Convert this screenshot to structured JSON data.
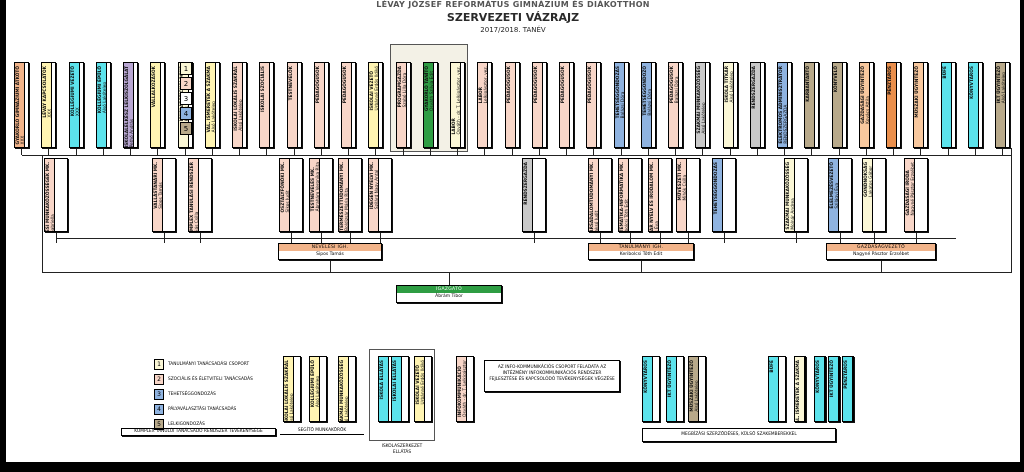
{
  "title": {
    "institution": "LÉVAY JÓZSEF REFORMÁTUS GIMNÁZIUM ÉS DIÁKOTTHON",
    "main": "SZERVEZETI VÁZRAJZ",
    "year": "2017/2018. TANÉV"
  },
  "colors": {
    "orange": "#f2b48a",
    "green": "#2e9d43",
    "cyan": "#5ce3ec",
    "yellow": "#fff4b2",
    "pink": "#f8d6c8",
    "purple": "#b9a7d3",
    "blue": "#8fb3e0",
    "gray": "#c9c9c9",
    "olive": "#b8a98a",
    "deeporange": "#ea8f4c",
    "lightorange": "#f8c89e",
    "paleyellow": "#fbf7d6"
  },
  "top_units": [
    {
      "label": "GYAKORLÓ GIMNÁZIUMI ÁTKÖTŐ",
      "name": "XXX",
      "color": "orange"
    },
    {
      "label": "LÉVAY KAPCSOLATOK",
      "name": "XXX",
      "color": "yellow"
    },
    {
      "label": "KOLLÉGIUMI VEZETŐ",
      "name": "XXX",
      "color": "cyan"
    },
    {
      "label": "KOLLÉGIUMI ÉPÜLŐ",
      "name": "Alsó Lakótelep",
      "color": "cyan"
    },
    {
      "label": "ISKOLALELKÉSZ LELKISZOLGÁLAT",
      "name": "Pethő András",
      "color": "purple"
    },
    {
      "label": "VÁLLALKOZÁSOK",
      "name": "",
      "color": "yellow"
    },
    {
      "label": "ISKOLAPSZICHOLÓGUS",
      "name": "Kovács Lilla",
      "color": "paleyellow"
    },
    {
      "label": "VAL. ISMERETEK A SZAKMA",
      "name": "Alsó Lakótelep",
      "color": "yellow"
    },
    {
      "label": "ISKOLAI LÓKÁLIS SZAKRÁL",
      "name": "Alsó Lakótelep",
      "color": "pink"
    },
    {
      "label": "ISKOLAI SZOCIÁLIS",
      "name": "",
      "color": "pink"
    },
    {
      "label": "TESTNEVELŐK",
      "name": "",
      "color": "pink"
    },
    {
      "label": "PEDAGÓGUSOK",
      "name": "",
      "color": "pink"
    },
    {
      "label": "PEDAGÓGUSOK",
      "name": "",
      "color": "pink"
    },
    {
      "label": "ISKOLAI VEZETŐ",
      "name": "Urbánné Erdős Ildikó",
      "color": "yellow"
    },
    {
      "label": "PROGRAMGAZDA",
      "name": "Szabó Lilla Dóra",
      "color": "pink"
    },
    {
      "label": "GYAKORLÓ TANÍTÓ",
      "name": "Osváth Szilvia Edit",
      "color": "green"
    },
    {
      "label": "LABOR",
      "name": "Osváth - dr. T. Lelkipásztor, vez.",
      "color": "paleyellow"
    },
    {
      "label": "LABOR",
      "name": "Lelkipásztor, vez.",
      "color": "pink"
    },
    {
      "label": "PEDAGÓGUSOK",
      "name": "",
      "color": "pink"
    },
    {
      "label": "PEDAGÓGUSOK",
      "name": "",
      "color": "pink"
    },
    {
      "label": "PEDAGÓGUSOK",
      "name": "",
      "color": "pink"
    },
    {
      "label": "PEDAGÓGUSOK",
      "name": "",
      "color": "pink"
    },
    {
      "label": "TEHETSÉGGONDOZÁS",
      "name": "Balázsi Dóra",
      "color": "blue"
    },
    {
      "label": "TEHETSÉGGONDOZÓ",
      "name": "Balázsi Dóra",
      "color": "blue"
    },
    {
      "label": "PEDAGÓGUSOK",
      "name": "Balázsi Dóra",
      "color": "pink"
    },
    {
      "label": "SZAKMAI MUNKAKÖZÖSSÉG",
      "name": "Alsó Lakótelep",
      "color": "gray"
    },
    {
      "label": "ISKOLA TITKÁR",
      "name": "Alsó Lakótelep",
      "color": "paleyellow"
    },
    {
      "label": "RENDSZERGAZDA",
      "name": "",
      "color": "gray"
    },
    {
      "label": "ELEKTROMOS ADMINISZTRÁTOR",
      "name": "RENDSZERGAZDA",
      "color": "blue"
    },
    {
      "label": "KARBANTARTÓ",
      "name": "",
      "color": "olive"
    },
    {
      "label": "KÖNYVELŐ",
      "name": "",
      "color": "olive"
    },
    {
      "label": "GAZDASÁGI ÜGYINTÉZŐ",
      "name": "Kovács Attila",
      "color": "lightorange"
    },
    {
      "label": "PÉNZTÁROS",
      "name": "",
      "color": "deeporange"
    },
    {
      "label": "MŰSZAKI ÜGYINTÉZŐ",
      "name": "",
      "color": "lightorange"
    },
    {
      "label": "BÜFÉ",
      "name": "",
      "color": "cyan"
    },
    {
      "label": "KÖNYVTÁROS",
      "name": "",
      "color": "cyan"
    },
    {
      "label": "IKT ÜGYINTÉZŐ",
      "name": "Alsó Lakótelep",
      "color": "olive"
    }
  ],
  "middle_units": [
    {
      "label": "NEVELÉSI MUNKAKÖZÖSSÉGEK MK.",
      "name": "Dorka Gabriella",
      "color": "pink"
    },
    {
      "label": "VALLÁSTANÁRI MK.",
      "name": "Sipos Tamás",
      "color": "pink"
    },
    {
      "label": "KOMPLEX TANULÁSI RENDSZER",
      "name": "Tóbiás Csilla",
      "color": "pink"
    },
    {
      "label": "OSZTÁLYFŐNÖKI MK.",
      "name": "Sikos Judit",
      "color": "pink"
    },
    {
      "label": "TESTNEVELÉS MK.",
      "name": "Ábrahám Veronika Rita",
      "color": "pink"
    },
    {
      "label": "TERMÉSZETTUDOMÁNYI MK.",
      "name": "Boldizsár Mária Rita",
      "color": "pink"
    },
    {
      "label": "IDEGEN NYELVI MK.",
      "name": "Szilárd Nagy Antal",
      "color": "pink"
    },
    {
      "label": "RENDSZERGAZDA",
      "name": "",
      "color": "gray"
    },
    {
      "label": "TÁRSADALOMTUDOMÁNYI MK.",
      "name": "Maksó Judit",
      "color": "pink"
    },
    {
      "label": "MATEMATIKA-INFORMATIKA MK.",
      "name": "Keribolcsi Tóth Edit",
      "color": "pink"
    },
    {
      "label": "MAGYAR NYELV ÉS IRODALOM MK.",
      "name": "Lantos Éva",
      "color": "pink"
    },
    {
      "label": "MŰVÉSZETI MK.",
      "name": "Mihók Csilla",
      "color": "pink"
    },
    {
      "label": "TEHETSÉGGONDOZÁS",
      "name": "",
      "color": "blue"
    },
    {
      "label": "SZAKMAI MUNKAKÖZÖSSÉG",
      "name": "Molnár Andrea",
      "color": "paleyellow"
    },
    {
      "label": "ÉLELMEZÉSVEZETŐ",
      "name": "Szilágyi Éva",
      "color": "blue"
    },
    {
      "label": "GONDNOKSÁG",
      "name": "Lakatos Gábor",
      "color": "paleyellow"
    },
    {
      "label": "GAZDASÁGI IRODA",
      "name": "Nagyné Pásztor Erzsébet",
      "color": "pink"
    }
  ],
  "vice_principals": [
    {
      "title": "NEVELÉSI IGH.",
      "name": "Sipos Tamás"
    },
    {
      "title": "TANULMÁNYI IGH.",
      "name": "Keribolcsi Tóth Edit"
    },
    {
      "title": "GAZDASÁGVEZETŐ",
      "name": "Nagyné Pásztor Erzsébet"
    }
  ],
  "director": {
    "title": "IGAZGATÓ",
    "name": "Ábrám Tibor"
  },
  "legend": {
    "items": [
      {
        "num": "1",
        "label": "TANULMÁNYI TANÁCSADÁSI CSOPORT",
        "color": "paleyellow"
      },
      {
        "num": "2",
        "label": "SZOCIÁLIS ÉS ÉLETVITELI TANÁCSADÁS",
        "color": "pink"
      },
      {
        "num": "3",
        "label": "TEHETSÉGGONDOZÁS",
        "color": "blue"
      },
      {
        "num": "4",
        "label": "PÁLYAVÁLASZTÁSI TANÁCSADÁS",
        "color": "blue"
      },
      {
        "num": "5",
        "label": "LELKIGONDOZÁS",
        "color": "olive"
      }
    ],
    "caption1": "KOMPLEX TANULÓI TANÁCSADÓ RENDSZER TEVÉKENYSÉGE",
    "caption2": "SEGÍTŐ MUNKAKÖRÖK",
    "caption3": "ISKOLASZERKEZET ELLÁTÁS",
    "info_note": "AZ INFO-KOMMUNIKÁCIÓS CSOPORT FELADATA AZ INTÉZMÉNY INFOKOMMUNIKÁCIÓS RENDSZER FEJLESZTÉSE ÉS KAPCSOLÓDÓ TEVÉKENYSÉGEK VÉGZÉSE",
    "right_note": "MEGBÍZÁSI SZERZŐDÉSES, KÜLSŐ SZAKEMBEREKKEL"
  },
  "bottom_units": [
    {
      "label": "ISKOLAI LÓKÁLIS SZAKRÁL",
      "name": "Alsó Lakótelep",
      "color": "yellow"
    },
    {
      "label": "KOLLÉGIUMI ÉPÜLŐ",
      "name": "Alsó Lakótelep",
      "color": "yellow"
    },
    {
      "label": "SZAKMAI MUNKAKÖZÖSSÉG",
      "name": "Alsó Lakótelep",
      "color": "yellow"
    },
    {
      "label": "ISKOLA ELLÁTÁS",
      "name": "",
      "color": "cyan"
    },
    {
      "label": "ISKOLAI ELLÁTÁS",
      "name": "",
      "color": "cyan"
    },
    {
      "label": "ISKOLAI VEZETŐ",
      "name": "Urbánné Erdős Ildikó",
      "color": "yellow"
    },
    {
      "label": "INFOKOMMUNIKÁCIÓ",
      "name": "Osváth - dr. T. Lelkipásztor",
      "color": "pink"
    },
    {
      "label": "KÖNYVTÁROS",
      "name": "",
      "color": "cyan"
    },
    {
      "label": "IKT ÜGYINTÉZŐ",
      "name": "",
      "color": "cyan"
    },
    {
      "label": "MŰSZAKI ÜGYINTÉZŐ",
      "name": "Alsó Lakótelep",
      "color": "olive"
    },
    {
      "label": "BÜFÉ",
      "name": "",
      "color": "cyan"
    },
    {
      "label": "VAL. ISMERETEK A SZAKMA",
      "name": "",
      "color": "paleyellow"
    },
    {
      "label": "KÖNYVTÁROS",
      "name": "",
      "color": "cyan"
    },
    {
      "label": "IKT ÜGYINTÉZŐ",
      "name": "",
      "color": "cyan"
    },
    {
      "label": "PÉNZTÁROS",
      "name": "",
      "color": "cyan"
    }
  ]
}
